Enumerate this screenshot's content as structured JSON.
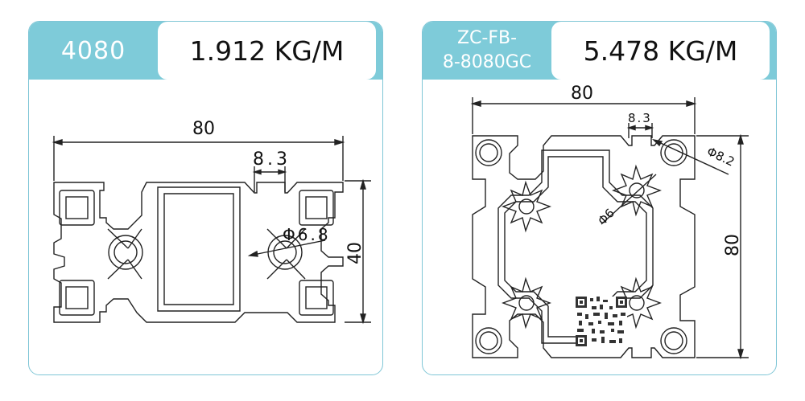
{
  "left_card": {
    "model": "4080",
    "weight": "1.912 KG/M",
    "dims": {
      "width": "80",
      "slot": "8.3",
      "height": "40",
      "hole": "Φ6.8"
    }
  },
  "right_card": {
    "model_line1": "ZC-FB-",
    "model_line2": "8-8080GC",
    "weight": "5.478 KG/M",
    "dims": {
      "width": "80",
      "slot": "8.3",
      "corner_hole": "Φ8.2",
      "center_hole": "Φ6",
      "height": "80"
    }
  },
  "colors": {
    "accent": "#7ecbd9",
    "border": "#7fc6d6",
    "line": "#222222"
  }
}
